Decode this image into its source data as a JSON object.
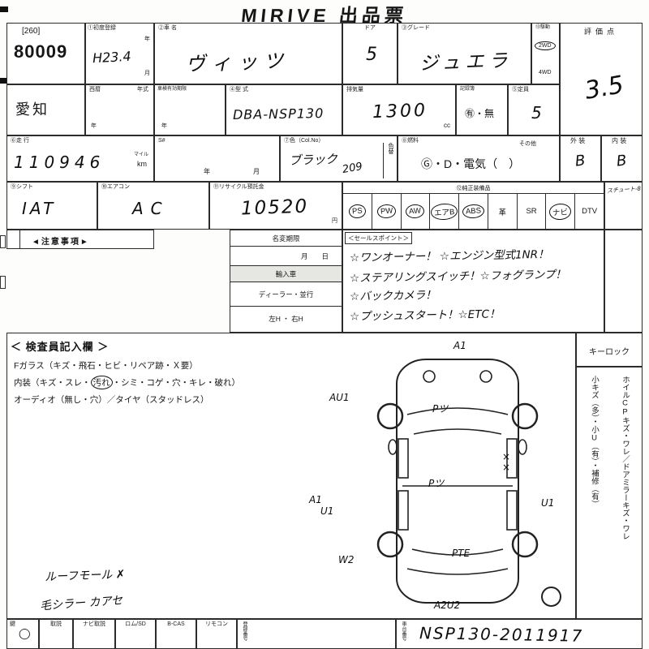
{
  "title": "MIRIVE 出品票",
  "lot": {
    "bracket": "[260]",
    "number": "80009"
  },
  "prefecture": "愛知",
  "row1": {
    "first_reg_label": "①初度登録",
    "first_reg_year": "年",
    "first_reg_month": "月",
    "first_reg_value": "H23.4",
    "car_name_label": "②車 名",
    "car_name_value": "ヴィッツ",
    "door_label": "ドア",
    "door_value": "5",
    "grade_label": "③グレード",
    "grade_value": "ジュエラ",
    "drive_label": "⑬駆動",
    "drive_2wd": "2WD",
    "drive_4wd": "4WD",
    "score_label": "評価点",
    "score_value": "3.5"
  },
  "row2": {
    "seireki_label": "西暦",
    "nenshiki_label": "年式",
    "nen_unit": "年",
    "shaken_label": "車検有効期限",
    "shaken_unit": "年",
    "model_label": "④型 式",
    "model_value": "DBA-NSP130",
    "displacement_label": "排気量",
    "displacement_value": "1300",
    "displacement_unit": "cc",
    "record_label": "記録簿",
    "record_options": "㊒・無",
    "capacity_label": "⑤定員",
    "capacity_value": "5"
  },
  "row3": {
    "mileage_label": "⑥走 行",
    "mileage_value": "110946",
    "mileage_unit_mile": "マイル",
    "mileage_unit_km": "km",
    "meter_label": "S#",
    "meter_year": "年",
    "meter_month": "月",
    "color_label": "⑦色（Col.No）",
    "color_value": "ブラック",
    "color_code": "209",
    "color_change_label": "色替",
    "fuel_label": "⑧燃料",
    "fuel_options": "Ⓖ・D・電気（　）",
    "fuel_other": "その他",
    "exterior_label": "外 装",
    "exterior_value": "B",
    "interior_label": "内 装",
    "interior_value": "B"
  },
  "row4": {
    "shift_label": "⑨シフト",
    "shift_value": "IAT",
    "aircon_label": "⑩エアコン",
    "aircon_value": "AC",
    "recycle_label": "⑪リサイクル預託金",
    "recycle_value": "10520",
    "recycle_unit": "円",
    "equipment_label": "⑫純正装備品",
    "equipment": [
      {
        "label": "PS",
        "circled": true
      },
      {
        "label": "PW",
        "circled": true
      },
      {
        "label": "AW",
        "circled": true
      },
      {
        "label": "エアB",
        "circled": true
      },
      {
        "label": "ABS",
        "circled": true
      },
      {
        "label": "革",
        "circled": false
      },
      {
        "label": "SR",
        "circled": false
      },
      {
        "label": "ナビ",
        "circled": true
      },
      {
        "label": "DTV",
        "circled": false
      }
    ],
    "side_note": "スチュート-8"
  },
  "row5": {
    "notice_label": "◄注意事項►",
    "name_change_label": "名変期限",
    "month_day": "月　　日",
    "import_label": "輸入車",
    "dealer_label": "ディーラー・並行",
    "handle_label": "左H ・ 右H",
    "sales_label": "＜セールスポイント＞",
    "sales_lines": [
      "☆ワンオーナー！ ☆エンジン型式1NR！",
      "☆ステアリングスイッチ！☆フォグランプ！",
      "☆バックカメラ！",
      "☆プッシュスタート！☆ETC！"
    ]
  },
  "inspector": {
    "header": "＜ 検査員記入欄 ＞",
    "line_fglass": "Fガラス（キズ・飛石・ヒビ・リペア跡・Ｘ要）",
    "line_interior_pre": "内装（キズ・スレ・",
    "line_interior_circled": "汚れ",
    "line_interior_post": "・シミ・コゲ・穴・キレ・破れ）",
    "line_audio": "オーディオ（無し・穴）／タイヤ（スタッドレス）",
    "note1": "ルーフモール ✗",
    "note2": "毛シラー カアセ"
  },
  "diagram": {
    "mark_top": "A1",
    "mark_upper_left": "AU1",
    "mark_hood": "Pツ",
    "mark_center": "Pツ",
    "mark_left_a1": "A1",
    "mark_left_u1": "U1",
    "mark_lower_left": "W2",
    "mark_right_x": "×\n×",
    "mark_right_u1": "U1",
    "mark_rear": "PTE",
    "mark_bottom": "A2U2"
  },
  "right_strip": {
    "keylock": "キーロック",
    "note_line1": "ホイルCPキズ・ワレ／ドアミラーキズ・ワレ",
    "note_line2": "小キズ（多）・小U（有）・補修（有）"
  },
  "bottom": {
    "key_label": "鍵",
    "key_mark": "◯",
    "cells": [
      "取説",
      "ナビ取説",
      "ロム/SD",
      "B-CAS",
      "リモコン"
    ],
    "reg_label": "登録番号",
    "chassis_label": "車台番号",
    "chassis_value": "NSP130-2011917"
  }
}
